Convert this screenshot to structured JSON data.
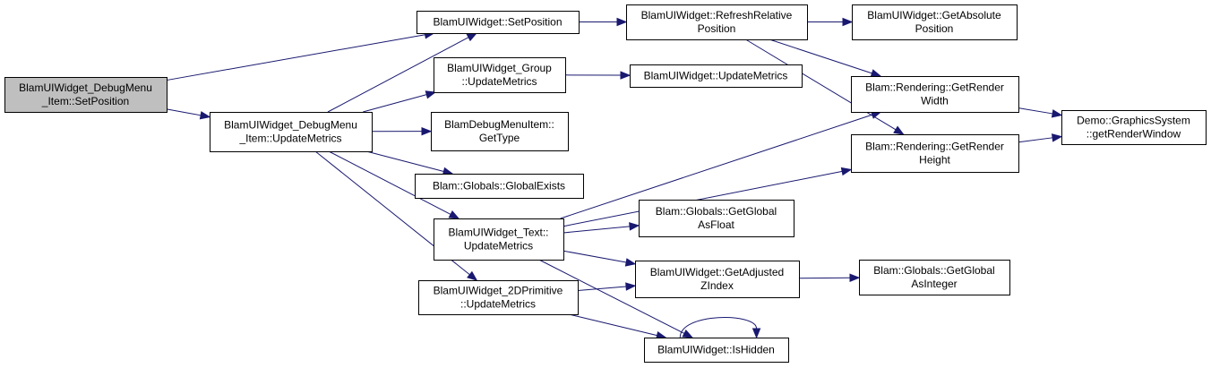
{
  "colors": {
    "edge": "#191970",
    "root_fill": "#bfbfbf",
    "node_fill": "#ffffff",
    "border": "#000000"
  },
  "nodes": {
    "root": {
      "lines": [
        "BlamUIWidget_DebugMenu",
        "_Item::SetPosition"
      ],
      "highlighted": true
    },
    "debugmenu_updatemetrics": {
      "lines": [
        "BlamUIWidget_DebugMenu",
        "_Item::UpdateMetrics"
      ]
    },
    "setposition": {
      "lines": [
        "BlamUIWidget::SetPosition"
      ]
    },
    "group_updatemetrics": {
      "lines": [
        "BlamUIWidget_Group",
        "::UpdateMetrics"
      ]
    },
    "debugmenuitem_gettype": {
      "lines": [
        "BlamDebugMenuItem::",
        "GetType"
      ]
    },
    "globalexists": {
      "lines": [
        "Blam::Globals::GlobalExists"
      ]
    },
    "text_updatemetrics": {
      "lines": [
        "BlamUIWidget_Text::",
        "UpdateMetrics"
      ]
    },
    "primitive_updatemetrics": {
      "lines": [
        "BlamUIWidget_2DPrimitive",
        "::UpdateMetrics"
      ]
    },
    "refreshrelative": {
      "lines": [
        "BlamUIWidget::RefreshRelative",
        "Position"
      ]
    },
    "widget_updatemetrics": {
      "lines": [
        "BlamUIWidget::UpdateMetrics"
      ]
    },
    "getglobalasfloat": {
      "lines": [
        "Blam::Globals::GetGlobal",
        "AsFloat"
      ]
    },
    "getadjustedzindex": {
      "lines": [
        "BlamUIWidget::GetAdjusted",
        "ZIndex"
      ]
    },
    "ishidden": {
      "lines": [
        "BlamUIWidget::IsHidden"
      ]
    },
    "getabsoluteposition": {
      "lines": [
        "BlamUIWidget::GetAbsolute",
        "Position"
      ]
    },
    "getrenderwidth": {
      "lines": [
        "Blam::Rendering::GetRender",
        "Width"
      ]
    },
    "getrenderheight": {
      "lines": [
        "Blam::Rendering::GetRender",
        "Height"
      ]
    },
    "getglobalasinteger": {
      "lines": [
        "Blam::Globals::GetGlobal",
        "AsInteger"
      ]
    },
    "getrenderwindow": {
      "lines": [
        "Demo::GraphicsSystem",
        "::getRenderWindow"
      ]
    }
  },
  "edges": [
    [
      "root",
      "setposition"
    ],
    [
      "root",
      "debugmenu_updatemetrics"
    ],
    [
      "debugmenu_updatemetrics",
      "setposition"
    ],
    [
      "debugmenu_updatemetrics",
      "group_updatemetrics"
    ],
    [
      "debugmenu_updatemetrics",
      "debugmenuitem_gettype"
    ],
    [
      "debugmenu_updatemetrics",
      "globalexists"
    ],
    [
      "debugmenu_updatemetrics",
      "text_updatemetrics"
    ],
    [
      "debugmenu_updatemetrics",
      "primitive_updatemetrics"
    ],
    [
      "setposition",
      "refreshrelative"
    ],
    [
      "refreshrelative",
      "getabsoluteposition"
    ],
    [
      "refreshrelative",
      "getrenderwidth"
    ],
    [
      "refreshrelative",
      "getrenderheight"
    ],
    [
      "group_updatemetrics",
      "widget_updatemetrics"
    ],
    [
      "text_updatemetrics",
      "getrenderwidth"
    ],
    [
      "text_updatemetrics",
      "getrenderheight"
    ],
    [
      "text_updatemetrics",
      "getglobalasfloat"
    ],
    [
      "text_updatemetrics",
      "getadjustedzindex"
    ],
    [
      "text_updatemetrics",
      "ishidden"
    ],
    [
      "primitive_updatemetrics",
      "getadjustedzindex"
    ],
    [
      "primitive_updatemetrics",
      "ishidden"
    ],
    [
      "getadjustedzindex",
      "getglobalasinteger"
    ],
    [
      "getrenderwidth",
      "getrenderwindow"
    ],
    [
      "getrenderheight",
      "getrenderwindow"
    ],
    [
      "ishidden",
      "ishidden"
    ]
  ]
}
